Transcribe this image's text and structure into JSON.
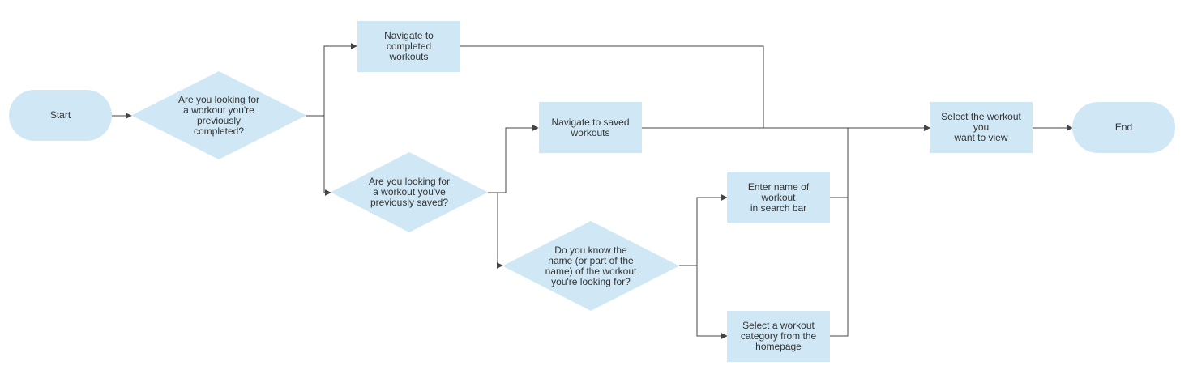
{
  "flowchart": {
    "start": {
      "label": "Start"
    },
    "q_completed": {
      "label": "Are you looking for\na workout you're\npreviously\ncompleted?"
    },
    "nav_completed": {
      "label": "Navigate to completed\nworkouts"
    },
    "q_saved": {
      "label": "Are you looking for\na workout you've\npreviously saved?"
    },
    "nav_saved": {
      "label": "Navigate to saved\nworkouts"
    },
    "q_know_name": {
      "label": "Do you know the\nname (or part of the\nname) of the workout\nyou're looking for?"
    },
    "enter_name": {
      "label": "Enter name of workout\nin search bar"
    },
    "select_category": {
      "label": "Select a workout\ncategory from the\nhomepage"
    },
    "select_workout": {
      "label": "Select the workout you\nwant to view"
    },
    "end": {
      "label": "End"
    },
    "colors": {
      "node_fill": "#d0e8f5",
      "connector": "#444444",
      "text": "#333333"
    }
  }
}
